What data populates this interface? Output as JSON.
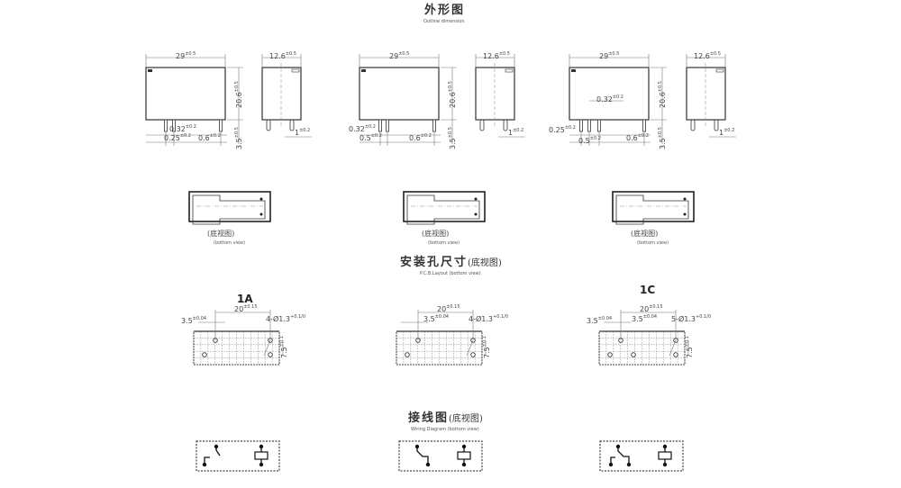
{
  "sections": {
    "outline": {
      "title": "外形图",
      "subtitle": "Outline dimension"
    },
    "pcb": {
      "title": "安装孔尺寸",
      "paren": "(底视图)",
      "subtitle": "P.C.B.Layout (bottom view)"
    },
    "wiring": {
      "title": "接线图",
      "paren": "(底视图)",
      "subtitle": "Wiring Diagram (bottom view)"
    }
  },
  "bottom_view": {
    "label": "(底视图)",
    "sublabel": "(bottom view)"
  },
  "columns": [
    {
      "variant": "1A",
      "front": {
        "width": [
          "29",
          "±0.5"
        ],
        "height": [
          "20.6",
          "±0.5"
        ],
        "d1": [
          "0.32",
          "±0.2"
        ],
        "d2": [
          "0.25",
          "±0.2"
        ],
        "d3": [
          "0.6",
          "±0.2"
        ],
        "pin": [
          "3.5",
          "±0.5"
        ]
      },
      "side": {
        "width": [
          "12.6",
          "±0.5"
        ],
        "pin": [
          "1",
          "±0.2"
        ]
      },
      "pcb": {
        "span": [
          "20",
          "±0.15"
        ],
        "offset": [
          "3.5",
          "±0.04"
        ],
        "holes": [
          "4-Ø1.3",
          "+0.1/0"
        ],
        "pitch": [
          "7.5",
          "±0.1"
        ]
      }
    },
    {
      "variant": "",
      "front": {
        "width": [
          "29",
          "±0.5"
        ],
        "height": [
          "20.6",
          "±0.5"
        ],
        "d1": [
          "0.32",
          "±0.2"
        ],
        "d2": [
          "0.5",
          "±0.2"
        ],
        "d3": [
          "0.6",
          "±0.2"
        ],
        "pin": [
          "3.5",
          "±0.5"
        ]
      },
      "side": {
        "width": [
          "12.6",
          "±0.5"
        ],
        "pin": [
          "1",
          "±0.2"
        ]
      },
      "pcb": {
        "span": [
          "20",
          "±0.15"
        ],
        "offset": [
          "3.5",
          "±0.04"
        ],
        "holes": [
          "4-Ø1.3",
          "+0.1/0"
        ],
        "pitch": [
          "7.5",
          "±0.1"
        ]
      }
    },
    {
      "variant": "1C",
      "front": {
        "width": [
          "29",
          "±0.5"
        ],
        "height": [
          "20.6",
          "±0.5"
        ],
        "d1": [
          "0.32",
          "±0.2"
        ],
        "d2": [
          "0.25",
          "±0.2"
        ],
        "d3": [
          "0.6",
          "±0.2"
        ],
        "d4": [
          "0.5",
          "±0.2"
        ],
        "pin": [
          "3.5",
          "±0.5"
        ]
      },
      "side": {
        "width": [
          "12.6",
          "±0.5"
        ],
        "pin": [
          "1",
          "±0.2"
        ]
      },
      "pcb": {
        "span": [
          "20",
          "±0.15"
        ],
        "offset": [
          "3.5",
          "±0.04"
        ],
        "offset2": [
          "3.5",
          "±0.04"
        ],
        "holes": [
          "5-Ø1.3",
          "+0.1/0"
        ],
        "pitch": [
          "7.5",
          "±0.1"
        ]
      }
    }
  ]
}
